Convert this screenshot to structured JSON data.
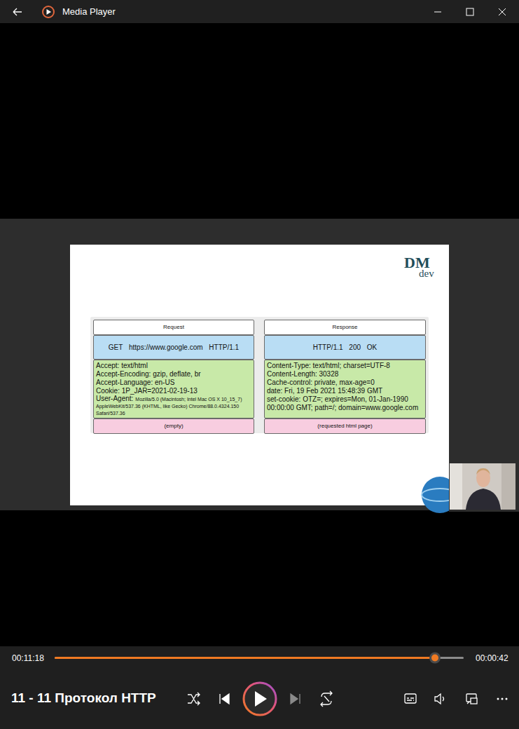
{
  "diagram": {
    "nodes": [
      {
        "text": [
          "Request"
        ]
      },
      {
        "text": [
          "GET https://www.google.com HTTP/1.1"
        ]
      },
      {
        "text": [
          "Accept: text/html",
          "Accept-Encoding: gzip, deflate, br",
          "Accept-Language: en-US",
          "Cookie: 1P_JAR=2021-02-19-13",
          "User-Agent:",
          "Mozilla/5.0 (Macintosh; Intel Mac OS X 10_15_7) AppleWebKit/537.36 (KHTML, like Gecko) Chrome/88.0.4324.150 Safari/537.36"
        ]
      },
      {
        "text": [
          "(empty)"
        ]
      },
      {
        "text": [
          "Response"
        ]
      },
      {
        "text": [
          "HTTP/1.1 200 OK"
        ]
      },
      {
        "text": [
          "Content-Type: text/html; charset=UTF-8",
          "Content-Length: 30328",
          "Cache-control: private, max-age=0",
          "date: Fri, 19 Feb 2021 15:48:39 GMT",
          "set-cookie: OTZ=; expires=Mon, 01-Jan-1990 00:00:00 GMT; path=/; domain=www.google.com"
        ]
      },
      {
        "text": [
          "(requested html page)"
        ]
      }
    ],
    "labels": [
      "Media Player",
      "DM",
      "dev",
      "00:11:18",
      "00:00:42",
      "11 - 11 Протокол HTTP"
    ]
  }
}
